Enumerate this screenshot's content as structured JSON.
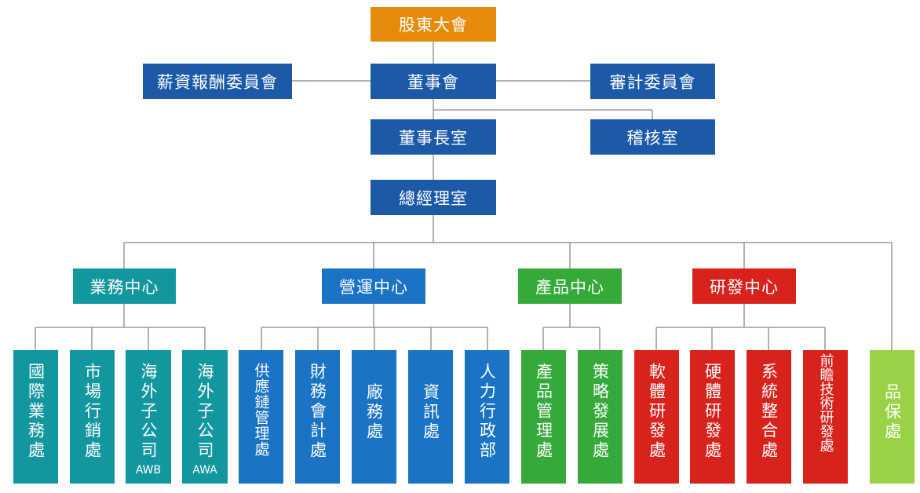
{
  "colors": {
    "orange": "#e58a0a",
    "navy": "#1c5aa8",
    "teal": "#13979f",
    "blue": "#1a73c4",
    "green": "#36a93b",
    "red": "#d8221c",
    "lime": "#9ad247",
    "line": "#888888"
  },
  "top": {
    "shareholders": "股東大會",
    "remuneration_committee": "薪資報酬委員會",
    "board": "董事會",
    "audit_committee": "審計委員會",
    "chairman_office": "董事長室",
    "audit_office": "稽核室",
    "gm_office": "總經理室"
  },
  "centers": {
    "sales": "業務中心",
    "operations": "營運中心",
    "product": "產品中心",
    "rnd": "研發中心"
  },
  "departments": {
    "intl_sales": {
      "label": "國際業務處",
      "sub": ""
    },
    "marketing": {
      "label": "市場行銷處",
      "sub": ""
    },
    "awb": {
      "label": "海外子公司",
      "sub": "AWB"
    },
    "awa": {
      "label": "海外子公司",
      "sub": "AWA"
    },
    "supply_chain": {
      "label": "供應鏈管理處",
      "sub": ""
    },
    "finance": {
      "label": "財務會計處",
      "sub": ""
    },
    "factory": {
      "label": "廠務處",
      "sub": ""
    },
    "it": {
      "label": "資訊處",
      "sub": ""
    },
    "hr": {
      "label": "人力行政部",
      "sub": ""
    },
    "product_mgmt": {
      "label": "產品管理處",
      "sub": ""
    },
    "strategy": {
      "label": "策略發展處",
      "sub": ""
    },
    "software_rnd": {
      "label": "軟體研發處",
      "sub": ""
    },
    "hardware_rnd": {
      "label": "硬體研發處",
      "sub": ""
    },
    "system_integration": {
      "label": "系統整合處",
      "sub": ""
    },
    "advanced_rnd": {
      "label": "前瞻技術研發處",
      "sub": ""
    },
    "quality": {
      "label": "品保處",
      "sub": ""
    }
  }
}
